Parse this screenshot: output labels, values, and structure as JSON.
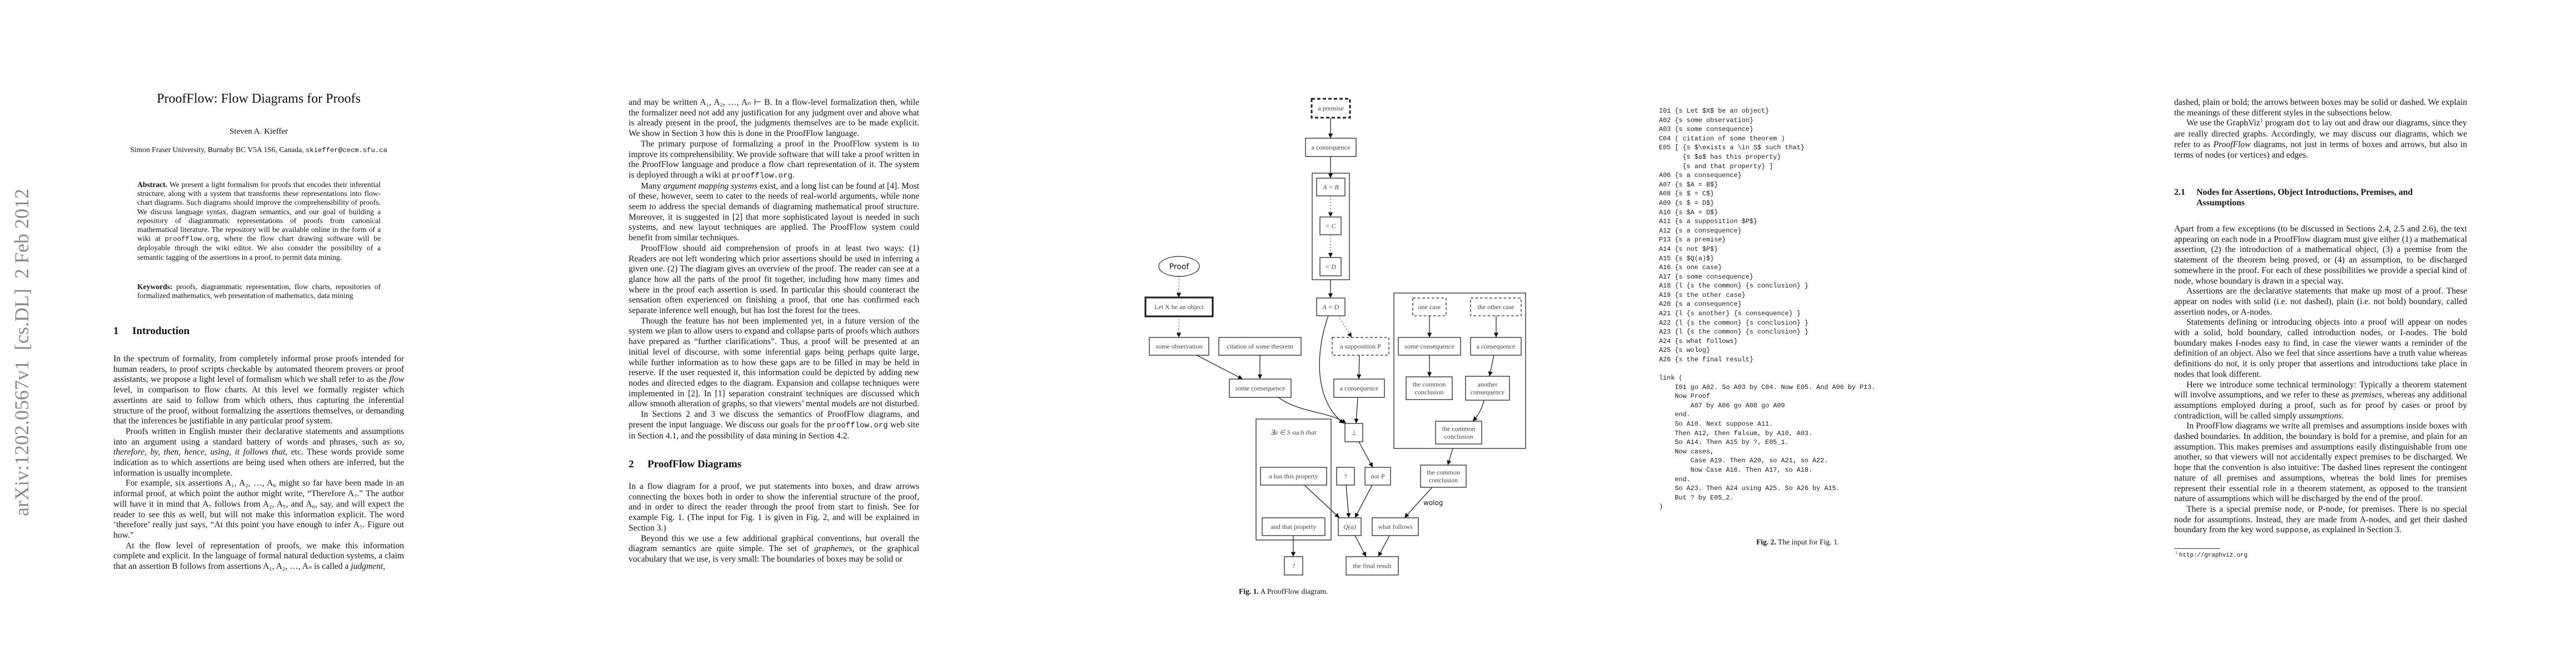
{
  "sidebar": {
    "arxiv_id": "arXiv:1202.0567v1  [cs.DL]  2 Feb 2012"
  },
  "page1": {
    "title": "ProofFlow: Flow Diagrams for Proofs",
    "author": "Steven A. Kieffer",
    "affiliation": {
      "text": "Simon Fraser University, Burnaby BC V5A 1S6, Canada, ",
      "email": "skieffer@cecm.sfu.ca"
    },
    "abstract": {
      "segs": [
        {
          "b": "Abstract."
        },
        " We present a light formalism for proofs that encodes their inferential structure, along with a system that transforms these representations into flow-chart diagrams. Such diagrams should improve the comprehensibility of proofs. We discuss language syntax, diagram semantics, and our goal of building a repository of diagrammatic representations of proofs from canonical mathematical literature. The repository will be available online in the form of a wiki at ",
        {
          "tt": "proofflow.org"
        },
        ", where the flow chart drawing software will be deployable through the wiki editor. We also consider the possibility of a semantic tagging of the assertions in a proof, to permit data mining."
      ]
    },
    "keywords": {
      "segs": [
        {
          "b": "Keywords:"
        },
        " proofs, diagrammatic representation, flow charts, repositories of formalized mathematics, web presentation of mathematics, data mining"
      ]
    },
    "section": {
      "num": "1",
      "title": "Introduction"
    },
    "paragraphs": [
      {
        "indent": false,
        "segs": [
          "In the spectrum of formality, from completely informal prose proofs intended for human readers, to proof scripts checkable by automated theorem provers or proof assistants, we propose a light level of formalism which we shall refer to as the ",
          {
            "i": "flow"
          },
          " level, in comparison to flow charts. At this level we formally register which assertions are said to follow from which others, thus capturing the inferential structure of the proof, without formalizing the assertions themselves, or demanding that the inferences be justifiable in any particular proof system."
        ]
      },
      {
        "indent": true,
        "segs": [
          "Proofs written in English muster their declarative statements and assumptions into an argument using a standard battery of words and phrases, such as ",
          {
            "i": "so, therefore, by, then, hence, using, it follows that"
          },
          ", etc. These words provide some indication as to which assertions are being used when others are inferred, but the information is usually incomplete."
        ]
      },
      {
        "indent": true,
        "segs": [
          "For example, six assertions A₁, A₂, …, A₆ might so far have been made in an informal proof, at which point the author might write, “Therefore A₇.” The author will have it in mind that A₇ follows from A₂, A₅, and A₆, say, and will expect the reader to see this as well, but will not make this information explicit. The word ‘therefore’ really just says, “At this point you have enough to infer A₇. Figure out how.”"
        ]
      },
      {
        "indent": true,
        "segs": [
          "At the flow level of representation of proofs, we make this information complete and explicit. In the language of formal natural deduction systems, a claim that an assertion B follows from assertions A₁, A₂, …, Aₙ is called a ",
          {
            "i": "judgment"
          },
          ","
        ]
      }
    ]
  },
  "page2": {
    "paragraphs_a": [
      {
        "indent": false,
        "segs": [
          "and may be written A₁, A₂, …, Aₙ ⊢ B. In a flow-level formalization then, while the formalizer need not add any justification for any judgment over and above what is already present in the proof, the judgments themselves are to be made explicit. We show in Section 3 how this is done in the ProofFlow language."
        ]
      },
      {
        "indent": true,
        "segs": [
          "The primary purpose of formalizing a proof in the ProofFlow system is to improve its comprehensibility. We provide software that will take a proof written in the ProofFlow language and produce a flow chart representation of it. The system is deployed through a wiki at ",
          {
            "tt": "proofflow.org"
          },
          "."
        ]
      },
      {
        "indent": true,
        "segs": [
          "Many ",
          {
            "i": "argument mapping systems"
          },
          " exist, and a long list can be found at [4]. Most of these, however, seem to cater to the needs of real-world arguments, while none seem to address the special demands of diagraming mathematical proof structure. Moreover, it is suggested in [2] that more sophisticated layout is needed in such systems, and new layout techniques are applied. The ProofFlow system could benefit from similar techniques."
        ]
      },
      {
        "indent": true,
        "segs": [
          "ProofFlow should aid comprehension of proofs in at least two ways: (1) Readers are not left wondering which prior assertions should be used in inferring a given one. (2) The diagram gives an overview of the proof. The reader can see at a glance how all the parts of the proof fit together, including how many times and where in the proof each assertion is used. In particular this should counteract the sensation often experienced on finishing a proof, that one has confirmed each separate inference well enough, but has lost the forest for the trees."
        ]
      },
      {
        "indent": true,
        "segs": [
          "Though the feature has not been implemented yet, in a future version of the system we plan to allow users to expand and collapse parts of proofs which authors have prepared as “further clarifications”. Thus, a proof will be presented at an initial level of discourse, with some inferential gaps being perhaps quite large, while further information as to how these gaps are to be filled in may be held in reserve. If the user requested it, this information could be depicted by adding new nodes and directed edges to the diagram. Expansion and collapse techniques were implemented in [2]. In [1] separation constraint techniques are discussed which allow smooth alteration of graphs, so that viewers’ mental models are not disturbed."
        ]
      },
      {
        "indent": true,
        "segs": [
          "In Sections 2 and 3 we discuss the semantics of ProofFlow diagrams, and present the input language. We discuss our goals for the ",
          {
            "tt": "proofflow.org"
          },
          " web site in Section 4.1, and the possibility of data mining in Section 4.2."
        ]
      }
    ],
    "section": {
      "num": "2",
      "title": "ProofFlow Diagrams"
    },
    "paragraphs_b": [
      {
        "indent": false,
        "segs": [
          "In a flow diagram for a proof, we put statements into boxes, and draw arrows connecting the boxes both in order to show the inferential structure of the proof, and in order to direct the reader through the proof from start to finish. See for example Fig. 1. (The input for Fig. 1 is given in Fig. 2, and will be explained in Section 3.)"
        ]
      },
      {
        "indent": true,
        "segs": [
          "Beyond this we use a few additional graphical conventions, but overall the diagram semantics are quite simple. The set of ",
          {
            "i": "graphemes"
          },
          ", or the graphical vocabulary that we use, is very small: The boundaries of boxes may be solid or"
        ]
      }
    ]
  },
  "figure1": {
    "nodes": {
      "premise": "a premise",
      "cons1": "a consequence",
      "ab": "A = B",
      "c": "= C",
      "d": "= D",
      "ad": "A = D",
      "proof": "Proof",
      "letx": "Let X be an object",
      "onecase": "one case",
      "othercase": "the other case",
      "obs": "some observation",
      "cit": "citation of some theorem",
      "supp": "a supposition P",
      "rcons1": "some consequence",
      "rcons2": "a consequence",
      "lcons": "some consequence",
      "mcons": "a consequence",
      "cc1": [
        "the common",
        "conclusion"
      ],
      "another": [
        "another",
        "consequence"
      ],
      "cc2": [
        "the common",
        "conclusion"
      ],
      "falsum": "⊥",
      "hasprop": "a has this property",
      "q1": "?",
      "notp": "not P",
      "cc3": [
        "the common",
        "conclusion"
      ],
      "thatprop": "and that property",
      "qa": "Q(a)",
      "follows": "what follows",
      "q2": "?",
      "final": "the final result"
    },
    "group_label": "∃a ∈ S such that",
    "edge_label": "wolog",
    "caption_label": "Fig. 1.",
    "caption": " A ProofFlow diagram."
  },
  "figure2": {
    "declarations": [
      "I01 {s Let $X$ be an object}",
      "A02 {s some observation}",
      "A03 {s some consequence}",
      "C04 ( citation of some theorem )",
      "E05 [ {s $\\exists a \\in S$ such that}",
      "      {s $a$ has this property}",
      "      {s and that property} ]",
      "A06 {s a consequence}",
      "A07 {s $A = B$}",
      "A08 {s $ = C$}",
      "A09 {s $ = D$}",
      "A10 {s $A = D$}",
      "A11 {s a supposition $P$}",
      "A12 {s a consequence}",
      "P13 {s a premise}",
      "A14 {s not $P$}",
      "A15 {s $Q(a)$}",
      "A16 {s one case}",
      "A17 {s some consequence}",
      "A18 {l {s the common} {s conclusion} }",
      "A19 {s the other case}",
      "A20 {s a consequence}",
      "A21 {l {s another} {s consequence} }",
      "A22 {l {s the common} {s conclusion} }",
      "A23 {l {s the common} {s conclusion} }",
      "A24 {s what follows}",
      "A25 {s wolog}",
      "A26 {s the final result}"
    ],
    "links": [
      "link (",
      "    I01 go A02. So A03 by C04. Now E05. And A06 by P13.",
      "    Now Proof",
      "        A07 by A06 go A08 go A09",
      "    end.",
      "    So A10. Next suppose A11.",
      "    Then A12, then falsum, by A10, A03.",
      "    So A14. Then A15 by ?, E05_1.",
      "    Now cases,",
      "        Case A19. Then A20, so A21, so A22.",
      "        Now Case A16. Then A17, so A18.",
      "    end.",
      "    So A23. Then A24 using A25. So A26 by A15.",
      "    But ? by E05_2.",
      ")"
    ],
    "caption_label": "Fig. 2.",
    "caption": " The input for Fig. 1."
  },
  "page4": {
    "paragraphs_a": [
      {
        "indent": false,
        "segs": [
          "dashed, plain or bold; the arrows between boxes may be solid or dashed. We explain the meanings of these different styles in the subsections below."
        ]
      },
      {
        "indent": true,
        "segs": [
          "We use the GraphViz",
          {
            "sup": "1"
          },
          " program ",
          {
            "tt": "dot"
          },
          " to lay out and draw our diagrams, since they are really directed graphs. Accordingly, we may discuss our diagrams, which we refer to as ",
          {
            "i": "ProofFlow"
          },
          " diagrams, not just in terms of boxes and arrows, but also in terms of nodes (or vertices) and edges."
        ]
      }
    ],
    "subsection": {
      "num": "2.1",
      "title": "Nodes for Assertions, Object Introductions, Premises, and Assumptions"
    },
    "paragraphs_b": [
      {
        "indent": false,
        "segs": [
          "Apart from a few exceptions (to be discussed in Sections 2.4, 2.5 and 2.6), the text appearing on each node in a ProofFlow diagram must give either (1) a mathematical assertion, (2) the introduction of a mathematical object, (3) a premise from the statement of the theorem being proved, or (4) an assumption, to be discharged somewhere in the proof. For each of these possibilities we provide a special kind of node, whose boundary is drawn in a special way."
        ]
      },
      {
        "indent": true,
        "segs": [
          "Assertions are the declarative statements that make up most of a proof. These appear on nodes with solid (i.e. not dashed), plain (i.e. not bold) boundary, called assertion nodes, or A-nodes."
        ]
      },
      {
        "indent": true,
        "segs": [
          "Statements defining or introducing objects into a proof will appear on nodes with a solid, bold boundary, called introduction nodes, or I-nodes. The bold boundary makes I-nodes easy to find, in case the viewer wants a reminder of the definition of an object. Also we feel that since assertions have a truth value whereas definitions do not, it is only proper that assertions and introductions take place in nodes that look different."
        ]
      },
      {
        "indent": true,
        "segs": [
          "Here we introduce some technical terminology: Typically a theorem statement will involve assumptions, and we refer to these as ",
          {
            "i": "premises"
          },
          ", whereas any additional assumptions employed during a proof, such as for proof by cases or proof by contradiction, will be called simply ",
          {
            "i": "assumptions"
          },
          "."
        ]
      },
      {
        "indent": true,
        "segs": [
          "In ProofFlow diagrams we write all premises and assumptions inside boxes with dashed boundaries. In addition, the boundary is bold for a premise, and plain for an assumption. This makes premises and assumptions easily distinguishable from one another, so that viewers will not accidentally expect premises to be discharged. We hope that the convention is also intuitive: The dashed lines represent the contingent nature of all premises and assumptions, whereas the bold lines for premises represent their essential role in a theorem statement, as opposed to the transient nature of assumptions which will be discharged by the end of the proof."
        ]
      },
      {
        "indent": true,
        "segs": [
          "There is a special premise node, or P-node, for premises. There is no special node for assumptions. Instead, they are made from A-nodes, and get their dashed boundary from the key word ",
          {
            "tt": "suppose"
          },
          ", as explained in Section 3."
        ]
      }
    ],
    "footnote": {
      "mark": "1",
      "url": "http://graphviz.org"
    }
  }
}
